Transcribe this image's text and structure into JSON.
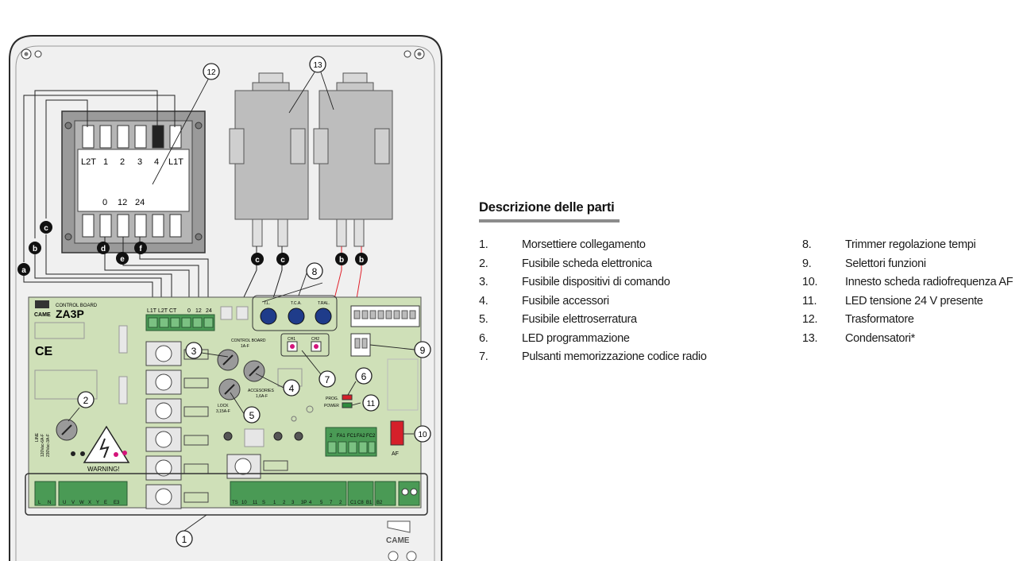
{
  "legend": {
    "title": "Descrizione delle parti",
    "items": [
      {
        "num": "1.",
        "text": "Morsettiere collegamento"
      },
      {
        "num": "2.",
        "text": "Fusibile scheda elettronica"
      },
      {
        "num": "3.",
        "text": "Fusibile dispositivi di comando"
      },
      {
        "num": "4.",
        "text": "Fusibile accessori"
      },
      {
        "num": "5.",
        "text": "Fusibile elettroserratura"
      },
      {
        "num": "6.",
        "text": "LED programmazione"
      },
      {
        "num": "7.",
        "text": "Pulsanti memorizzazione codice radio"
      },
      {
        "num": "8.",
        "text": "Trimmer regolazione tempi"
      },
      {
        "num": "9.",
        "text": "Selettori funzioni"
      },
      {
        "num": "10.",
        "text": "Innesto scheda radiofrequenza AF"
      },
      {
        "num": "11.",
        "text": "LED tensione 24 V presente"
      },
      {
        "num": "12.",
        "text": "Trasformatore"
      },
      {
        "num": "13.",
        "text": "Condensatori*"
      }
    ]
  },
  "diagram": {
    "callouts": [
      "1",
      "2",
      "3",
      "4",
      "5",
      "6",
      "7",
      "8",
      "9",
      "10",
      "11",
      "12",
      "13"
    ],
    "wire_letters": [
      "a",
      "b",
      "c",
      "d",
      "e",
      "f"
    ],
    "transformer": {
      "top_terminals": [
        "L2T",
        "1",
        "2",
        "3",
        "4",
        "L1T"
      ],
      "bottom_terminals": [
        "0",
        "12",
        "24"
      ]
    },
    "board": {
      "brand": "CAME",
      "title_small": "CONTROL BOARD",
      "model": "ZA3P",
      "ce_mark": "CE",
      "top_terminals": [
        "L1T",
        "L2T",
        "CT",
        "0",
        "12",
        "24"
      ],
      "trimmers": [
        "T.L.",
        "T.C.A.",
        "T.RAL."
      ],
      "radio_buttons": [
        "CH1",
        "CH2"
      ],
      "fuse3_label_1": "CONTROL BOARD",
      "fuse3_label_2": "1A-F",
      "fuse4_label_1": "ACCESORIES",
      "fuse4_label_2": "1,6A-F",
      "fuse5_label_1": "LOCK",
      "fuse5_label_2": "3,15A-F",
      "fuse2_label_1": "LINE",
      "fuse2_label_2": "120Vac-6A-F",
      "fuse2_label_3": "230Vac-3A-F",
      "warning": "WARNING!",
      "led_prog": "PROG.",
      "led_power": "POWER",
      "af_label": "AF",
      "mid_terminals": [
        "2",
        "FA1",
        "FC1",
        "FA2",
        "FC2"
      ],
      "bottom_terminals": [
        "L",
        "N",
        "U",
        "V",
        "W",
        "X",
        "Y",
        "E",
        "E3",
        "TS",
        "10",
        "11",
        "S",
        "1",
        "2",
        "3",
        "3P",
        "4",
        "5",
        "7",
        "2",
        "C1",
        "C8",
        "B1",
        "B2"
      ],
      "housing_brand": "CAME"
    }
  },
  "colors": {
    "board_green": "#cfe0b8",
    "housing_grey": "#ececec",
    "component_grey": "#bdbdbd",
    "wire_red": "#e0202a",
    "trimmer_blue": "#1f3c8a",
    "led_red": "#d5202a",
    "led_green": "#2e8b3c",
    "magenta": "#d4147a"
  }
}
